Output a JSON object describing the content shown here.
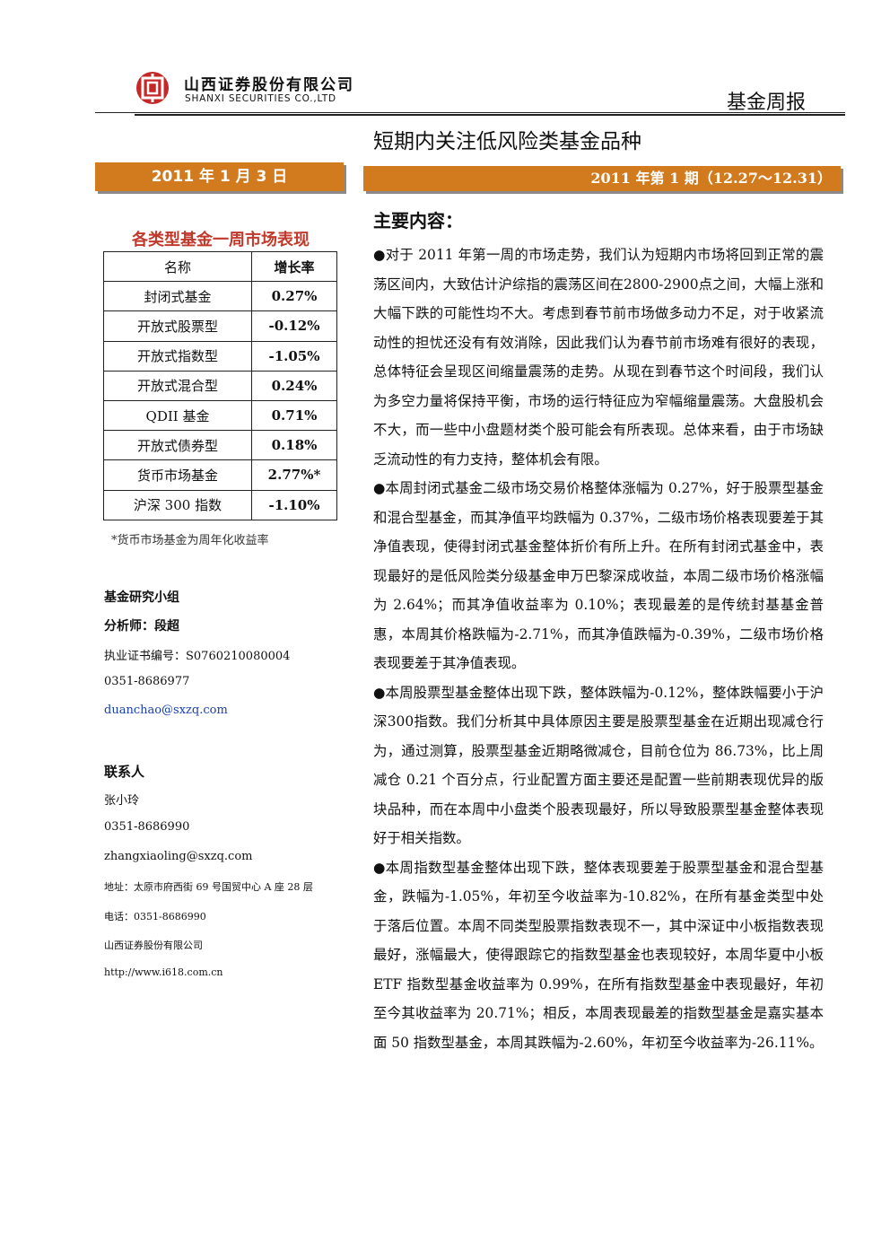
{
  "header": {
    "company_cn": "山西证券股份有限公司",
    "company_en": "SHANXI SECURITIES CO.,LTD",
    "report_type": "基金周报",
    "title": "短期内关注低风险类基金品种"
  },
  "date_bar": "2011 年 1 月 3 日",
  "issue_bar": "2011 年第 1 期（12.27～12.31）",
  "table": {
    "title": "各类型基金一周市场表现",
    "headers": [
      "名称",
      "增长率"
    ],
    "rows": [
      [
        "封闭式基金",
        "0.27%"
      ],
      [
        "开放式股票型",
        "-0.12%"
      ],
      [
        "开放式指数型",
        "-1.05%"
      ],
      [
        "开放式混合型",
        "0.24%"
      ],
      [
        "QDII 基金",
        "0.71%"
      ],
      [
        "开放式债券型",
        "0.18%"
      ],
      [
        "货币市场基金",
        "2.77%*"
      ],
      [
        "沪深 300 指数",
        "-1.10%"
      ]
    ],
    "note": "*货币市场基金为周年化收益率"
  },
  "team": {
    "group": "基金研究小组",
    "analyst": "分析师：段超",
    "cert": "执业证书编号：S0760210080004",
    "phone": "0351-8686977",
    "email": "duanchao@sxzq.com"
  },
  "contact": {
    "heading": "联系人",
    "name": "张小玲",
    "phone": "0351-8686990",
    "email": "zhangxiaoling@sxzq.com",
    "address": "地址：太原市府西街 69 号国贸中心 A 座 28 层",
    "tel": "电话：0351-8686990",
    "company": "山西证券股份有限公司",
    "website": "http://www.i618.com.cn"
  },
  "main": {
    "heading": "主要内容：",
    "paragraphs": [
      "●对于 2011 年第一周的市场走势，我们认为短期内市场将回到正常的震荡区间内，大致估计沪综指的震荡区间在2800-2900点之间，大幅上涨和大幅下跌的可能性均不大。考虑到春节前市场做多动力不足，对于收紧流动性的担忧还没有有效消除，因此我们认为春节前市场难有很好的表现，总体特征会呈现区间缩量震荡的走势。从现在到春节这个时间段，我们认为多空力量将保持平衡，市场的运行特征应为窄幅缩量震荡。大盘股机会不大，而一些中小盘题材类个股可能会有所表现。总体来看，由于市场缺乏流动性的有力支持，整体机会有限。",
      "●本周封闭式基金二级市场交易价格整体涨幅为 0.27%，好于股票型基金和混合型基金，而其净值平均跌幅为 0.37%，二级市场价格表现要差于其净值表现，使得封闭式基金整体折价有所上升。在所有封闭式基金中，表现最好的是低风险类分级基金申万巴黎深成收益，本周二级市场价格涨幅为 2.64%；而其净值收益率为 0.10%；表现最差的是传统封基基金普惠，本周其价格跌幅为-2.71%，而其净值跌幅为-0.39%，二级市场价格表现要差于其净值表现。",
      "●本周股票型基金整体出现下跌，整体跌幅为-0.12%，整体跌幅要小于沪深300指数。我们分析其中具体原因主要是股票型基金在近期出现减仓行为，通过测算，股票型基金近期略微减仓，目前仓位为 86.73%，比上周减仓 0.21 个百分点，行业配置方面主要还是配置一些前期表现优异的版块品种，而在本周中小盘类个股表现最好，所以导致股票型基金整体表现好于相关指数。",
      "●本周指数型基金整体出现下跌，整体表现要差于股票型基金和混合型基金，跌幅为-1.05%，年初至今收益率为-10.82%，在所有基金类型中处于落后位置。本周不同类型股票指数表现不一，其中深证中小板指数表现最好，涨幅最大，使得跟踪它的指数型基金也表现较好，本周华夏中小板 ETF 指数型基金收益率为 0.99%，在所有指数型基金中表现最好，年初至今其收益率为 20.71%；相反，本周表现最差的指数型基金是嘉实基本面 50 指数型基金，本周其跌幅为-2.60%，年初至今收益率为-26.11%。"
    ]
  }
}
